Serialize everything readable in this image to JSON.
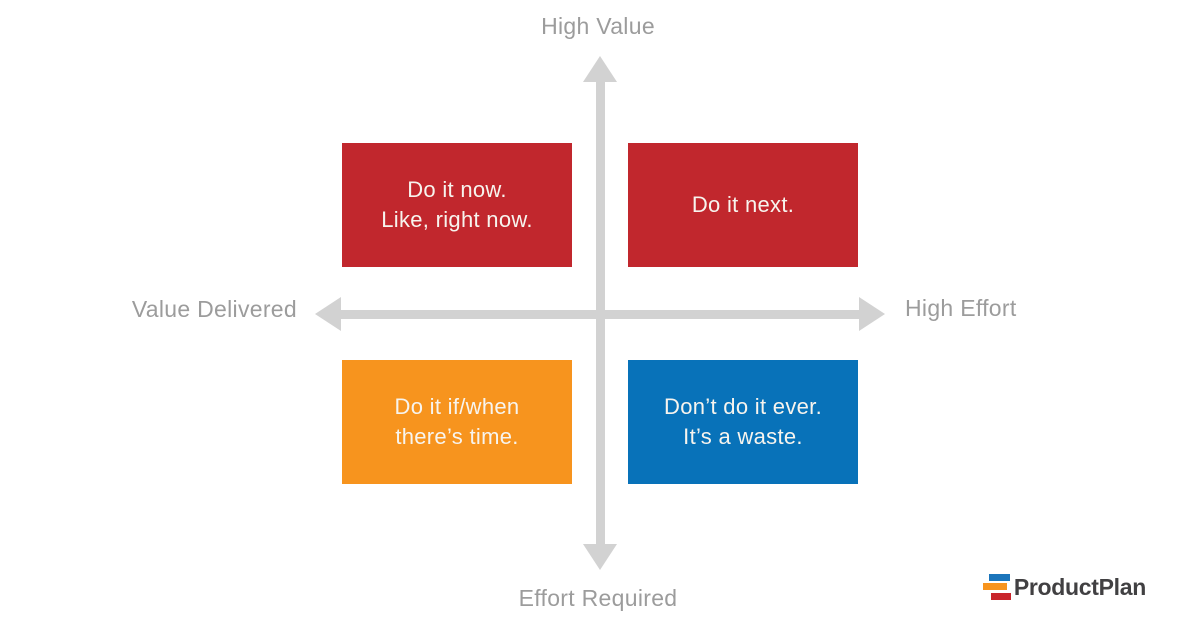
{
  "figure": {
    "type": "2x2-priority-matrix",
    "axis_labels": {
      "top": "High Value",
      "bottom": "Effort Required",
      "left": "Value Delivered",
      "right": "High Effort"
    },
    "quadrants": [
      {
        "position": "top-left",
        "color": "#c1272d",
        "lines": [
          "Do it now.",
          "Like, right now."
        ]
      },
      {
        "position": "top-right",
        "color": "#c1272d",
        "lines": [
          "Do it next."
        ]
      },
      {
        "position": "bottom-left",
        "color": "#f7941e",
        "lines": [
          "Do it if/when",
          "there’s time."
        ]
      },
      {
        "position": "bottom-right",
        "color": "#0872b9",
        "lines": [
          "Don’t do it ever.",
          "It’s a waste."
        ]
      }
    ],
    "colors": {
      "axis": "#d2d2d2",
      "axis_label_text": "#9c9c9c",
      "quadrant_text": "#f7f4ee",
      "red": "#c1272d",
      "orange": "#f7941e",
      "blue": "#0872b9"
    }
  },
  "logo": {
    "text": "ProductPlan",
    "text_color": "#414042",
    "bar_colors": {
      "blue": "#1b75bb",
      "orange": "#f7941e",
      "red": "#c9252c"
    }
  }
}
